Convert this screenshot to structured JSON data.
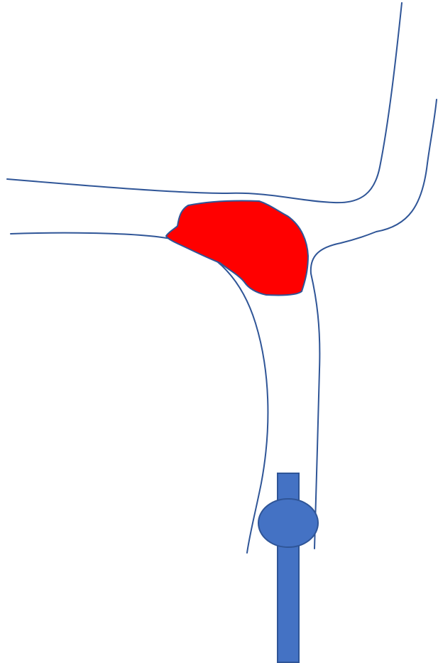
{
  "colors": {
    "background": "#ffffff",
    "vessel_outline": "#2f5597",
    "lesion_fill": "#ff0000",
    "lesion_stroke": "#2f5597",
    "device_fill": "#4472c4",
    "device_stroke": "#2f5597"
  },
  "elements": {
    "vessel": "vessel-outline",
    "lesion": "red-lesion",
    "device": "catheter-with-balloon"
  }
}
